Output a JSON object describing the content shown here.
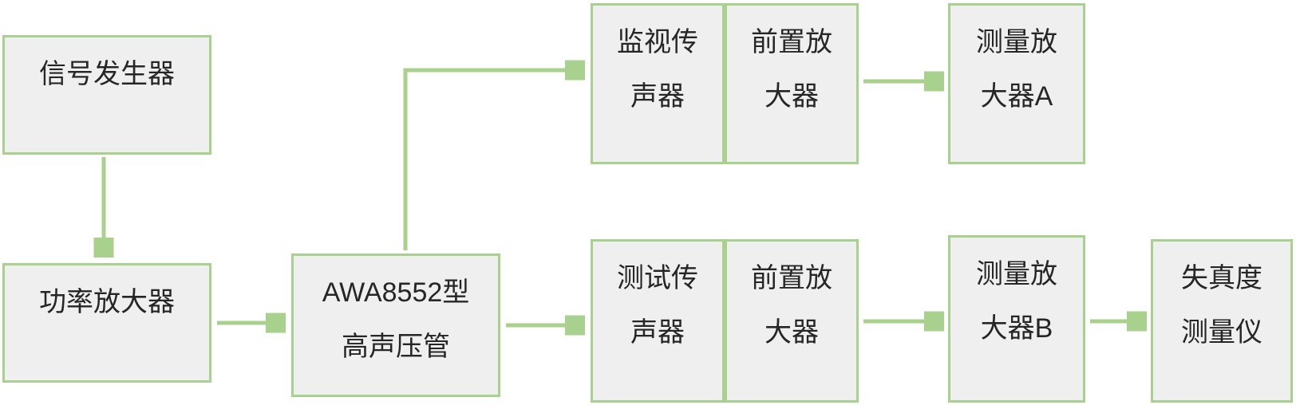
{
  "colors": {
    "box_fill": "#efefef",
    "box_border": "#a9d18e",
    "arrow": "#a9d18e"
  },
  "nodes": {
    "signal_generator": {
      "lines": [
        "信号发生器"
      ]
    },
    "power_amplifier": {
      "lines": [
        "功率放大器"
      ]
    },
    "awa_tube": {
      "lines": [
        "AWA8552型",
        "高声压管"
      ]
    },
    "monitor_mic": {
      "lines": [
        "监视传",
        "声器"
      ]
    },
    "preamp_top": {
      "lines": [
        "前置放",
        "大器"
      ]
    },
    "measure_amp_a": {
      "lines": [
        "测量放",
        "大器A"
      ]
    },
    "test_mic": {
      "lines": [
        "测试传",
        "声器"
      ]
    },
    "preamp_bottom": {
      "lines": [
        "前置放",
        "大器"
      ]
    },
    "measure_amp_b": {
      "lines": [
        "测量放",
        "大器B"
      ]
    },
    "distortion_meter": {
      "lines": [
        "失真度",
        "测量仪"
      ]
    }
  },
  "connections": [
    {
      "from": "signal_generator",
      "to": "power_amplifier",
      "shape": "straight-down"
    },
    {
      "from": "power_amplifier",
      "to": "awa_tube",
      "shape": "straight-right"
    },
    {
      "from": "awa_tube",
      "to": "monitor_mic",
      "shape": "elbow-up-right"
    },
    {
      "from": "awa_tube",
      "to": "test_mic",
      "shape": "straight-right"
    },
    {
      "from": "preamp_top",
      "to": "measure_amp_a",
      "shape": "straight-right"
    },
    {
      "from": "preamp_bottom",
      "to": "measure_amp_b",
      "shape": "straight-right"
    },
    {
      "from": "measure_amp_b",
      "to": "distortion_meter",
      "shape": "straight-right"
    }
  ]
}
